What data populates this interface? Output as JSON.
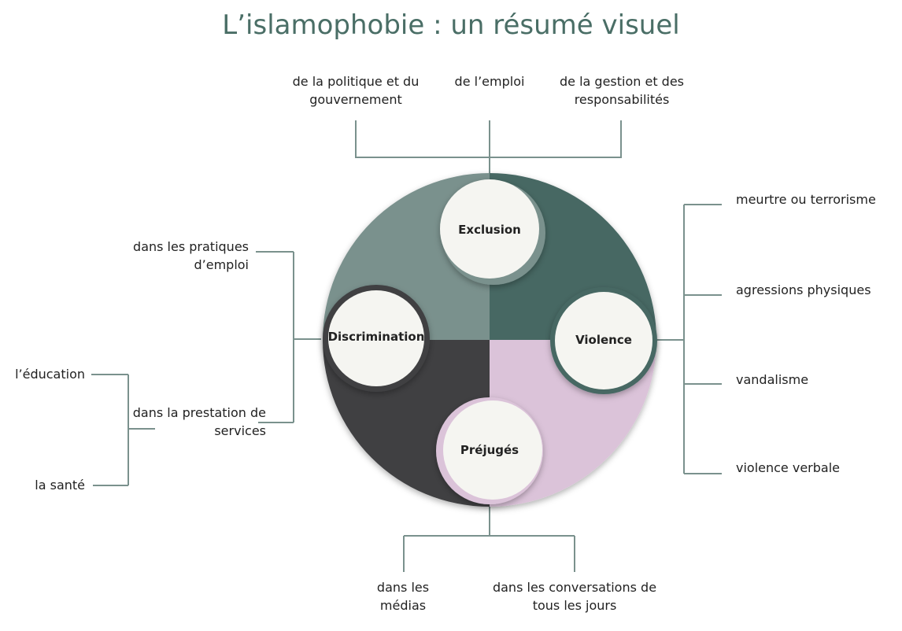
{
  "title": "L’islamophobie : un résumé visuel",
  "colors": {
    "exclusion": "#7a918d",
    "violence": "#466864",
    "discrimination": "#3f4042",
    "prejuges": "#dbc3d9",
    "line": "#7a918d",
    "title": "#4a6e66"
  },
  "center": {
    "exclusion": "Exclusion",
    "violence": "Violence",
    "discrimination": "Discrimination",
    "prejuges": "Préjugés"
  },
  "exclusion": [
    "de la politique et du gouvernement",
    "de l’emploi",
    "de la gestion et des responsabilités"
  ],
  "violence": [
    "meurtre ou terrorisme",
    "agressions physiques",
    "vandalisme",
    "violence verbale"
  ],
  "discrimination": {
    "emploi": "dans les pratiques d’emploi",
    "services": "dans la prestation de services",
    "sub": [
      "l’éducation",
      "la santé"
    ]
  },
  "prejuges": [
    "dans les médias",
    "dans les conversations de tous les jours"
  ]
}
